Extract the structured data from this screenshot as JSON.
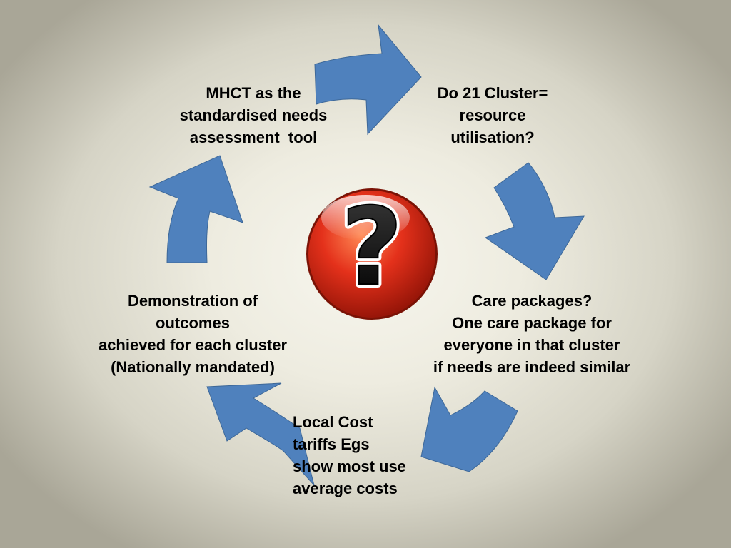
{
  "steps": [
    {
      "text": "MHCT as the\nstandardised needs\nassessment  tool"
    },
    {
      "text": "Do 21 Cluster=\nresource\nutilisation?"
    },
    {
      "text": "Care packages?\nOne care package for\neveryone in that cluster\nif needs are indeed similar"
    },
    {
      "text": "Local Cost\ntariffs Egs\nshow most use\naverage costs"
    },
    {
      "text": "Demonstration of\noutcomes\nachieved for each cluster\n(Nationally mandated)"
    }
  ],
  "center_icon": {
    "name": "question-mark-icon",
    "glyph": "?"
  },
  "colors": {
    "arrow_fill": "#4f81bd",
    "sphere_red": "#e4311b",
    "background": "#eeece0"
  }
}
